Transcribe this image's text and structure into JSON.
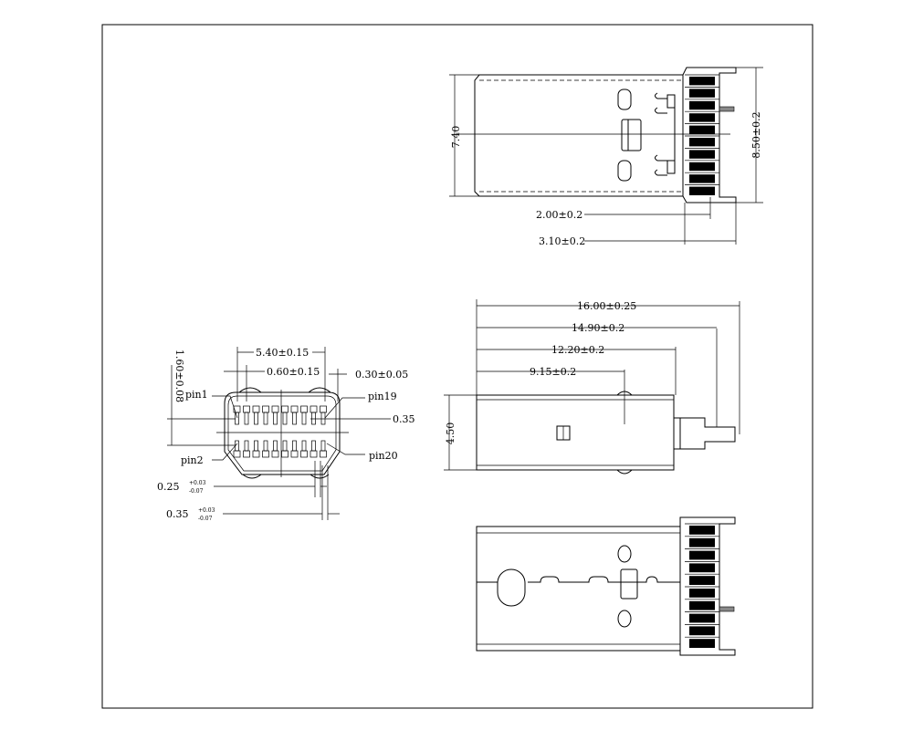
{
  "title": "Mini DisplayPort plug connector drawing",
  "top_view": {
    "height": "7.40",
    "width": "8.50±0.2",
    "d1": "2.00±0.2",
    "d2": "3.10±0.2"
  },
  "side_view": {
    "l1": "16.00±0.25",
    "l2": "14.90±0.2",
    "l3": "12.20±0.2",
    "l4": "9.15±0.2",
    "h": "4.50"
  },
  "front_view": {
    "w": "5.40±0.15",
    "pitch": "0.60±0.15",
    "pin_w": "0.30±0.05",
    "h": "1.60±0.08",
    "gap": "0.35",
    "d_a": "0.25",
    "d_a_tol_up": "+0.03",
    "d_a_tol_dn": "-0.07",
    "d_b": "0.35",
    "d_b_tol_up": "+0.03",
    "d_b_tol_dn": "-0.07",
    "pin1": "pin1",
    "pin2": "pin2",
    "pin19": "pin19",
    "pin20": "pin20"
  }
}
